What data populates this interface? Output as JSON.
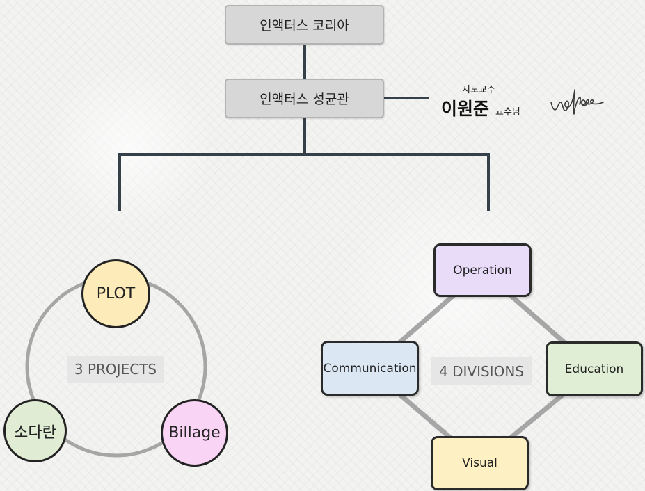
{
  "org": {
    "top": "인액터스 코리아",
    "mid": "인액터스 성균관"
  },
  "advisor": {
    "label": "지도교수",
    "name": "이원준",
    "title": "교수님"
  },
  "projects": {
    "center": "3 PROJECTS",
    "items": [
      "PLOT",
      "소다란",
      "Billage"
    ]
  },
  "divisions": {
    "center": "4 DIVISIONS",
    "items": [
      "Operation",
      "Communication",
      "Education",
      "Visual"
    ]
  },
  "colors": {
    "line": "#36404a",
    "ring": "#a6a6a6",
    "plot": "#fdebb9",
    "sodaran": "#e0ecd4",
    "billage": "#f9d4f5",
    "operation": "#e8dcf9",
    "communication": "#dbe8f4",
    "education": "#dfeed4",
    "visual": "#fdf0c2"
  }
}
